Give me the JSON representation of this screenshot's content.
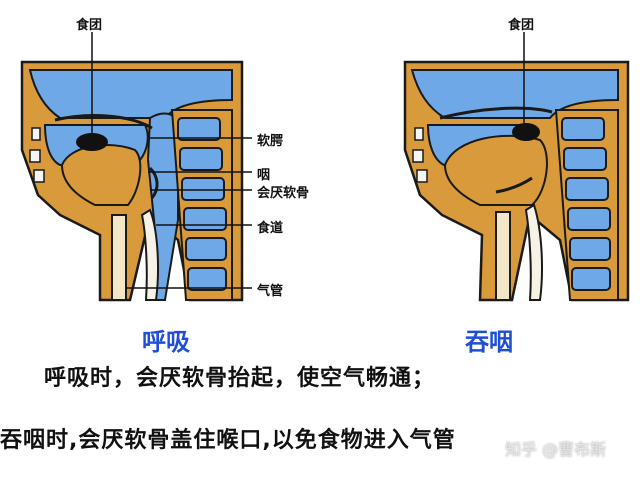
{
  "left_panel": {
    "top_label": "食团",
    "labels": [
      "软腭",
      "咽",
      "会厌软骨",
      "食道",
      "气管"
    ],
    "caption": "呼吸"
  },
  "right_panel": {
    "top_label": "食团",
    "caption": "吞咽"
  },
  "description": {
    "line1": "呼吸时，会厌软骨抬起，使空气畅通；",
    "line2": "吞咽时,会厌软骨盖住喉口,以免食物进入气管"
  },
  "watermark": "知乎 @曹布斯",
  "colors": {
    "tissue": "#d89a3a",
    "outline": "#1a1a1a",
    "airway_blue": "#6fa8e6",
    "caption_blue": "#1f4fd6",
    "bolus": "#111111"
  }
}
